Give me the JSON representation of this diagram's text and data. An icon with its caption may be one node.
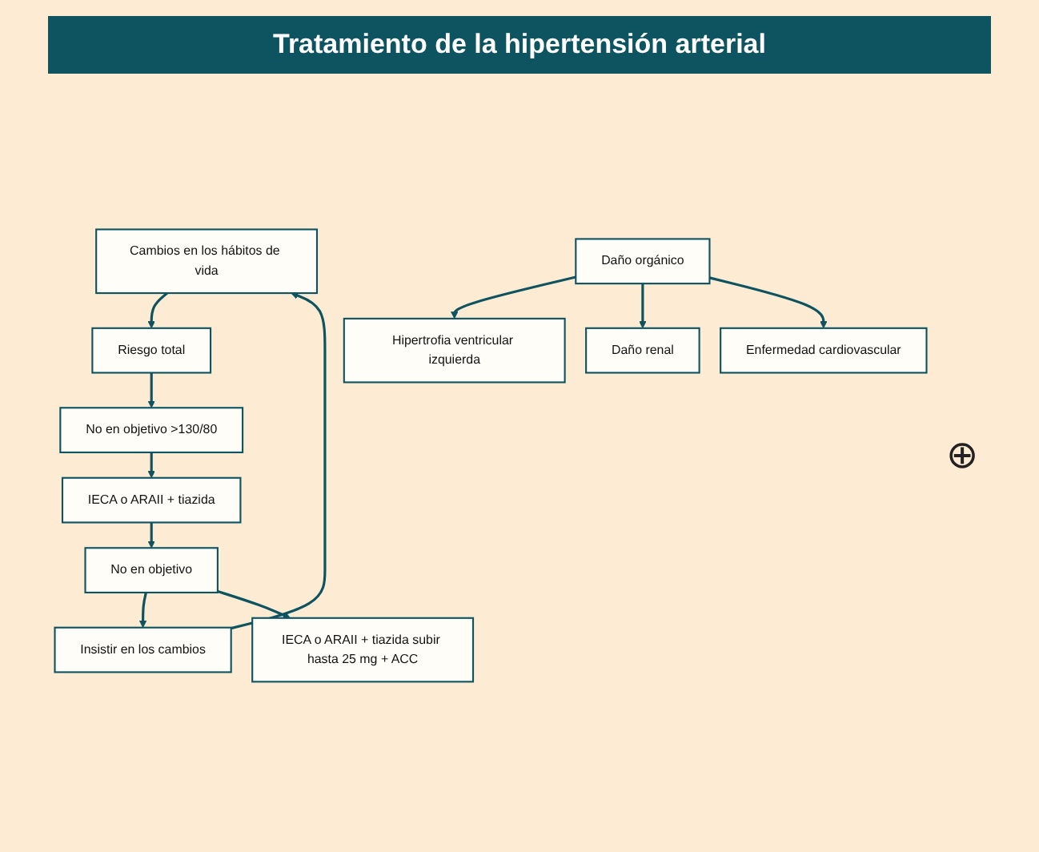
{
  "diagram": {
    "title": "Tratamiento de la hipertensión arterial",
    "nodes": [
      {
        "text": [
          "Cambios en los hábitos de vida"
        ]
      },
      {
        "text": [
          "Riesgo total"
        ]
      },
      {
        "text": [
          "Daño orgánico"
        ]
      },
      {
        "text": [
          "Hipertrofia ventricular izquierda"
        ]
      },
      {
        "text": [
          "Daño renal"
        ]
      },
      {
        "text": [
          "Enfermedad cardiovascular"
        ]
      },
      {
        "text": [
          "No en objetivo >130/80"
        ]
      },
      {
        "text": [
          "IECA o ARAII + tiazida"
        ]
      },
      {
        "text": [
          "Insistir en los cambios"
        ]
      },
      {
        "text": [
          "No en objetivo"
        ]
      },
      {
        "text": [
          "IECA o ARAII + tiazida subir hasta 25 mg + ACC"
        ]
      }
    ],
    "edges": [
      {
        "from": 0,
        "to": 1,
        "arrow": "to"
      },
      {
        "from": 2,
        "to": 3,
        "arrow": "to"
      },
      {
        "from": 2,
        "to": 4,
        "arrow": "to"
      },
      {
        "from": 2,
        "to": 5,
        "arrow": "to"
      },
      {
        "from": 1,
        "to": 6,
        "arrow": "to"
      },
      {
        "from": 6,
        "to": 7,
        "arrow": "to"
      },
      {
        "from": 7,
        "to": 9,
        "arrow": "to"
      },
      {
        "from": 9,
        "to": 8,
        "arrow": "to"
      },
      {
        "from": 8,
        "to": 0,
        "arrow": "to"
      },
      {
        "from": 9,
        "to": 10,
        "arrow": "to"
      }
    ],
    "labels": [
      "⊕"
    ]
  }
}
